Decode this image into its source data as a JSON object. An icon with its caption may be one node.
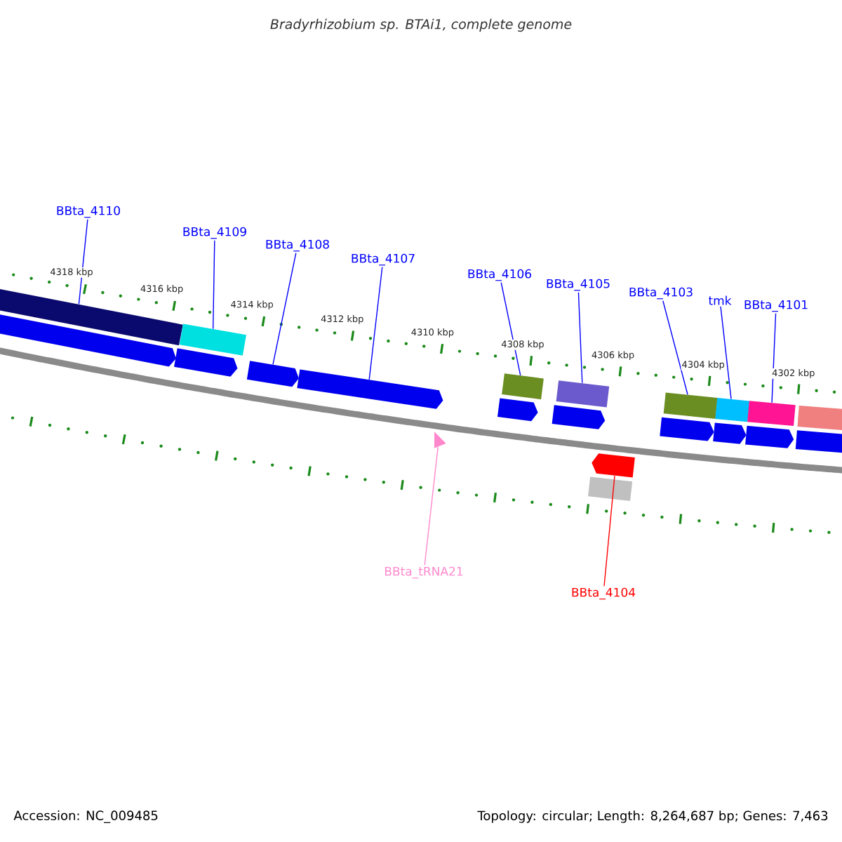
{
  "diagram": {
    "title": "Bradyrhizobium sp. BTAi1, complete genome",
    "nodes": [
      {
        "text": [
          "BBta_4110"
        ]
      },
      {
        "text": [
          "BBta_4109"
        ]
      },
      {
        "text": [
          "BBta_4108"
        ]
      },
      {
        "text": [
          "BBta_4107"
        ]
      },
      {
        "text": [
          "BBta_4106"
        ]
      },
      {
        "text": [
          "BBta_4105"
        ]
      },
      {
        "text": [
          "BBta_4103"
        ]
      },
      {
        "text": [
          "tmk"
        ]
      },
      {
        "text": [
          "BBta_4101"
        ]
      },
      {
        "text": [
          "BBta_tRNA21"
        ]
      },
      {
        "text": [
          "BBta_4104"
        ]
      },
      {
        "text": [],
        "shape": "bar"
      },
      {
        "text": [],
        "shape": "bar"
      },
      {
        "text": [],
        "shape": "arrow"
      },
      {
        "text": [],
        "shape": "arrow"
      },
      {
        "text": [],
        "shape": "bar"
      },
      {
        "text": [],
        "shape": "bar"
      },
      {
        "text": [],
        "shape": "bar"
      },
      {
        "text": [],
        "shape": "bar"
      },
      {
        "text": [],
        "shape": "bar"
      },
      {
        "text": [],
        "shape": "triangle"
      },
      {
        "text": [],
        "shape": "arrow"
      },
      {
        "text": [],
        "shape": "arrow"
      },
      {
        "text": [],
        "shape": "arrow"
      },
      {
        "text": [],
        "shape": "arrow"
      },
      {
        "text": [],
        "shape": "arrow"
      },
      {
        "text": [],
        "shape": "arrow"
      },
      {
        "text": [],
        "shape": "arrow"
      },
      {
        "text": [],
        "shape": "arrow"
      },
      {
        "text": [],
        "shape": "arrow"
      },
      {
        "text": [],
        "shape": "bar"
      },
      {
        "text": [],
        "shape": "bar"
      }
    ],
    "edges": [
      {
        "from": 0,
        "to": 11,
        "arrow": "none"
      },
      {
        "from": 1,
        "to": 12,
        "arrow": "none"
      },
      {
        "from": 2,
        "to": 13,
        "arrow": "none"
      },
      {
        "from": 3,
        "to": 14,
        "arrow": "none"
      },
      {
        "from": 4,
        "to": 15,
        "arrow": "none"
      },
      {
        "from": 5,
        "to": 16,
        "arrow": "none"
      },
      {
        "from": 6,
        "to": 17,
        "arrow": "none"
      },
      {
        "from": 7,
        "to": 18,
        "arrow": "none"
      },
      {
        "from": 8,
        "to": 19,
        "arrow": "none"
      },
      {
        "from": 9,
        "to": 20,
        "arrow": "none",
        "color": "#ff88cc"
      },
      {
        "from": 10,
        "to": 21,
        "arrow": "none",
        "color": "#ff0000"
      }
    ],
    "labels": [
      "4318 kbp",
      "4316 kbp",
      "4314 kbp",
      "4312 kbp",
      "4310 kbp",
      "4308 kbp",
      "4306 kbp",
      "4304 kbp",
      "4302 kbp",
      "Accession: NC_009485",
      "Topology: circular; Length: 8,264,687 bp; Genes: 7,463"
    ]
  }
}
